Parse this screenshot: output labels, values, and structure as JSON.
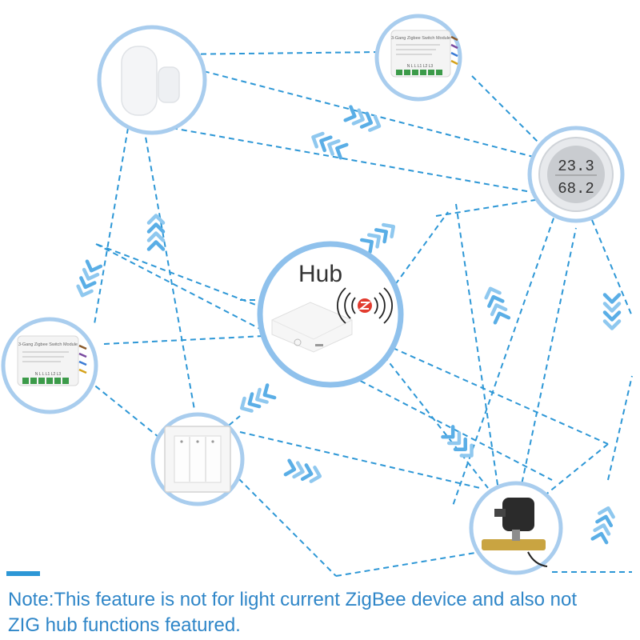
{
  "hub": {
    "label": "Hub"
  },
  "devices": [
    {
      "name": "door-sensor",
      "icon": "door-window-sensor-icon"
    },
    {
      "name": "switch-module-top",
      "icon": "relay-module-icon",
      "label": "3-Gang Zigbee Switch Module",
      "terminals": "N L L L1 L2 L3"
    },
    {
      "name": "thermo-hygrometer",
      "icon": "temperature-humidity-sensor-icon",
      "temperature": "23.3",
      "humidity": "68.2"
    },
    {
      "name": "switch-module-left",
      "icon": "relay-module-icon",
      "label": "3-Gang Zigbee Switch Module",
      "terminals": "N L L L1 L2 L3"
    },
    {
      "name": "wall-switch",
      "icon": "three-gang-wall-switch-icon"
    },
    {
      "name": "water-valve",
      "icon": "water-valve-controller-icon"
    }
  ],
  "colors": {
    "dash": "#2d97d6",
    "arrow": "#5aaee6",
    "ring": "#a9cdee",
    "hubRing": "#8fc1ec",
    "zigbee": "#e23b2e",
    "text": "#2f86c8"
  },
  "note": {
    "line1": "Note:This feature is not for light current ZigBee device and also not",
    "line2": "ZIG hub functions featured."
  }
}
